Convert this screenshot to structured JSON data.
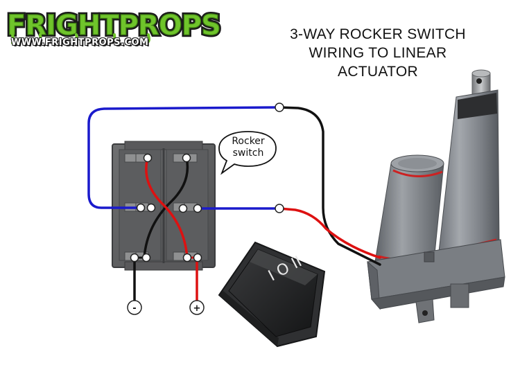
{
  "logo": {
    "brand_text": "FRIGHTPROPS",
    "url_text": "WWW.FRIGHTPROPS.COM"
  },
  "title": {
    "line1": "3-WAY ROCKER SWITCH",
    "line2": "WIRING TO LINEAR",
    "line3": "ACTUATOR"
  },
  "callout": {
    "line1": "Rocker",
    "line2": "switch"
  },
  "terminals": {
    "negative_label": "-",
    "positive_label": "+"
  },
  "switch_face": {
    "glyph": "I O II"
  },
  "colors": {
    "wire_blue": "#1a1acc",
    "wire_red": "#dd1111",
    "wire_black": "#111111",
    "logo_green": "#6fc42b",
    "actuator_stripe": "#cc2222"
  }
}
